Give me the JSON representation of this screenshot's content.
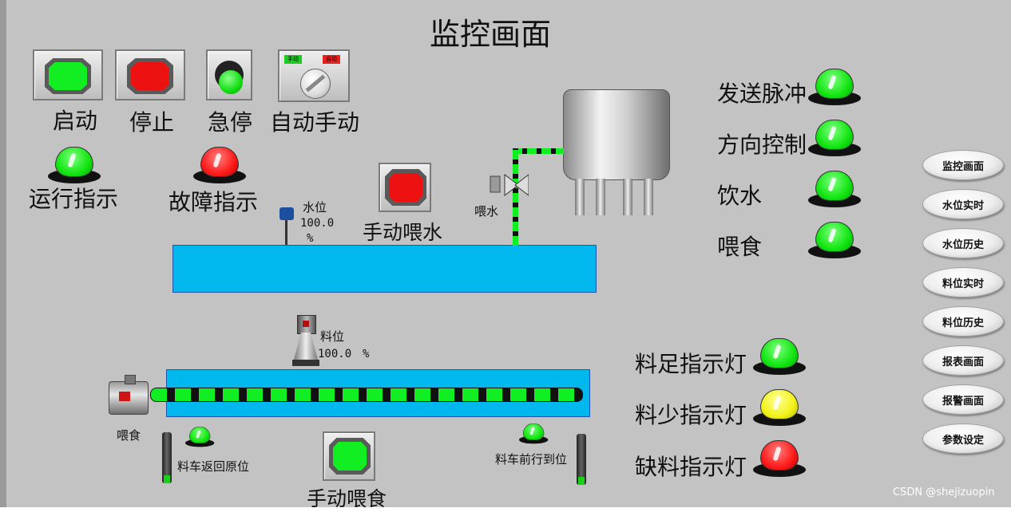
{
  "title": "监控画面",
  "controls": {
    "start_label": "启动",
    "stop_label": "停止",
    "estop_label": "急停",
    "auto_manual_label": "自动手动",
    "switch_manual_tag": "手动",
    "switch_auto_tag": "自动"
  },
  "indicators_left": {
    "run_label": "运行指示",
    "fault_label": "故障指示"
  },
  "water": {
    "manual_water_label": "手动喂水",
    "level_label": "水位",
    "level_value": "100.0",
    "level_unit": "%",
    "valve_label": "喂水"
  },
  "feed": {
    "level_label": "料位",
    "level_value": "100.0",
    "level_unit": "%",
    "motor_label": "喂食",
    "manual_feed_label": "手动喂食",
    "cart_return_label": "料车返回原位",
    "cart_forward_label": "料车前行到位"
  },
  "status_lamps": [
    {
      "label": "发送脉冲",
      "color": "green"
    },
    {
      "label": "方向控制",
      "color": "green"
    },
    {
      "label": "饮水",
      "color": "green"
    },
    {
      "label": "喂食",
      "color": "green"
    }
  ],
  "material_lamps": [
    {
      "label": "料足指示灯",
      "color": "green"
    },
    {
      "label": "料少指示灯",
      "color": "yellow"
    },
    {
      "label": "缺料指示灯",
      "color": "red"
    }
  ],
  "nav": [
    "监控画面",
    "水位实时",
    "水位历史",
    "料位实时",
    "料位历史",
    "报表画面",
    "报警画面",
    "参数设定"
  ],
  "watermark": "CSDN @shejizuopin",
  "colors": {
    "background": "#c3c3c3",
    "tank_blue": "#00b7ee",
    "lamp_green": "#12e612",
    "lamp_red": "#ff1a1a",
    "lamp_yellow": "#f2f21a",
    "pipe_green": "#11ee22"
  }
}
